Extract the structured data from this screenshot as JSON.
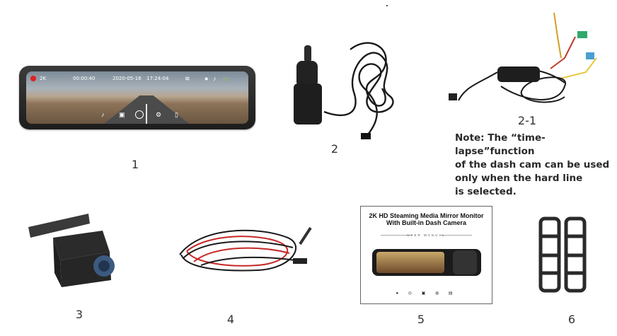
{
  "items": [
    {
      "number": "1"
    },
    {
      "number": "2"
    },
    {
      "number": "2-1"
    },
    {
      "number": "3"
    },
    {
      "number": "4"
    },
    {
      "number": "5"
    },
    {
      "number": "6"
    }
  ],
  "note": {
    "line1": "Note: The “time-lapse”function",
    "line2": "of the dash cam can be used",
    "line3": "only when the hard line",
    "line4": "is selected."
  },
  "mirror_screen": {
    "resolution": "2K",
    "elapsed": "00:00:40",
    "date": "2020-05-16",
    "time": "17:24:04"
  },
  "manual": {
    "title_line1": "2K HD Steaming Media Mirror Monitor",
    "title_line2": "With Built-in Dash Camera",
    "subtitle": "USER MANUAL"
  }
}
